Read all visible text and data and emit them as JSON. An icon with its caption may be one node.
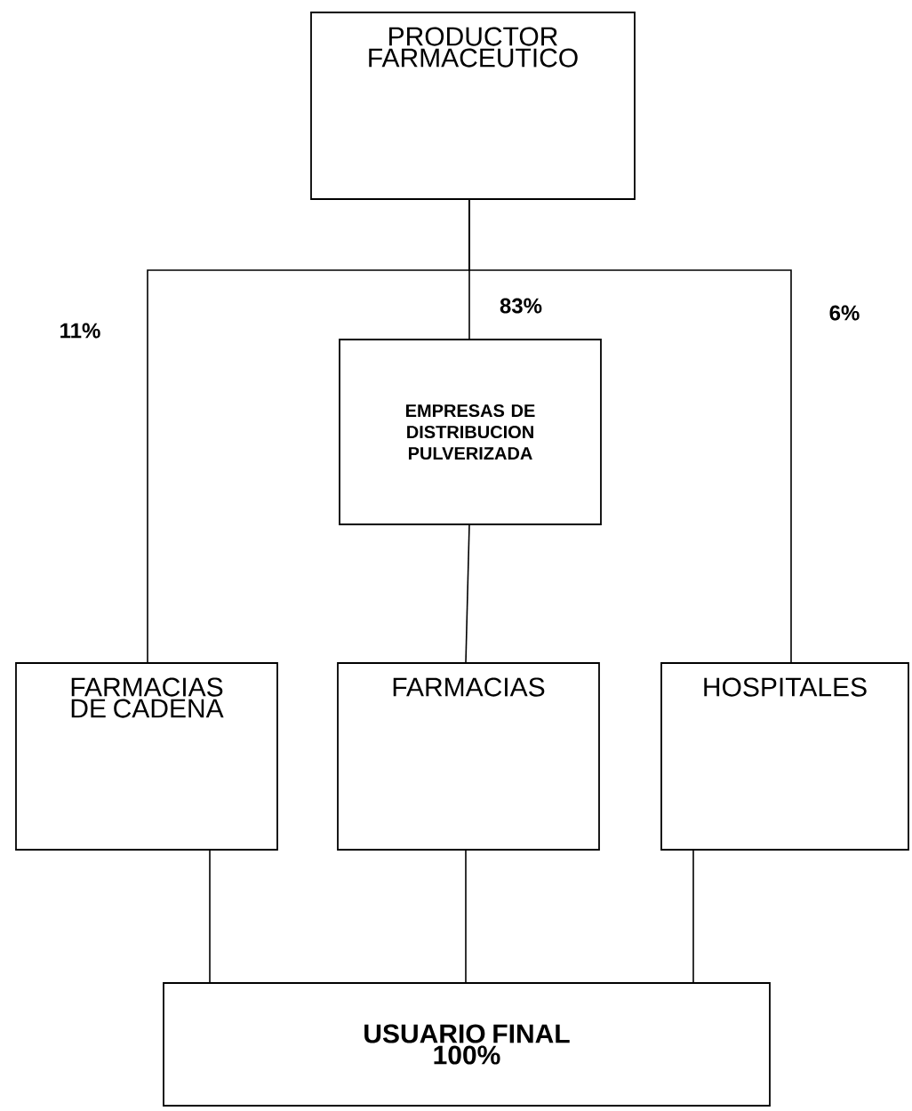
{
  "diagram": {
    "nodes": [
      {
        "text": [
          "PRODUCTOR FARMACEUTICO"
        ]
      },
      {
        "text": [
          "EMPRESAS DE DISTRIBUCION PULVERIZADA"
        ]
      },
      {
        "text": [
          "FARMACIAS DE CADENA"
        ]
      },
      {
        "text": [
          "FARMACIAS"
        ]
      },
      {
        "text": [
          "HOSPITALES"
        ]
      },
      {
        "text": [
          "USUARIO FINAL",
          "100%"
        ]
      }
    ],
    "edges": [
      {
        "from": 0,
        "to": 1,
        "arrow": "none",
        "label": "83%"
      },
      {
        "from": 0,
        "to": 2,
        "arrow": "none",
        "label": "11%"
      },
      {
        "from": 0,
        "to": 4,
        "arrow": "none",
        "label": "6%"
      },
      {
        "from": 1,
        "to": 3,
        "arrow": "none"
      },
      {
        "from": 2,
        "to": 5,
        "arrow": "none"
      },
      {
        "from": 3,
        "to": 5,
        "arrow": "none"
      },
      {
        "from": 4,
        "to": 5,
        "arrow": "none"
      }
    ]
  }
}
